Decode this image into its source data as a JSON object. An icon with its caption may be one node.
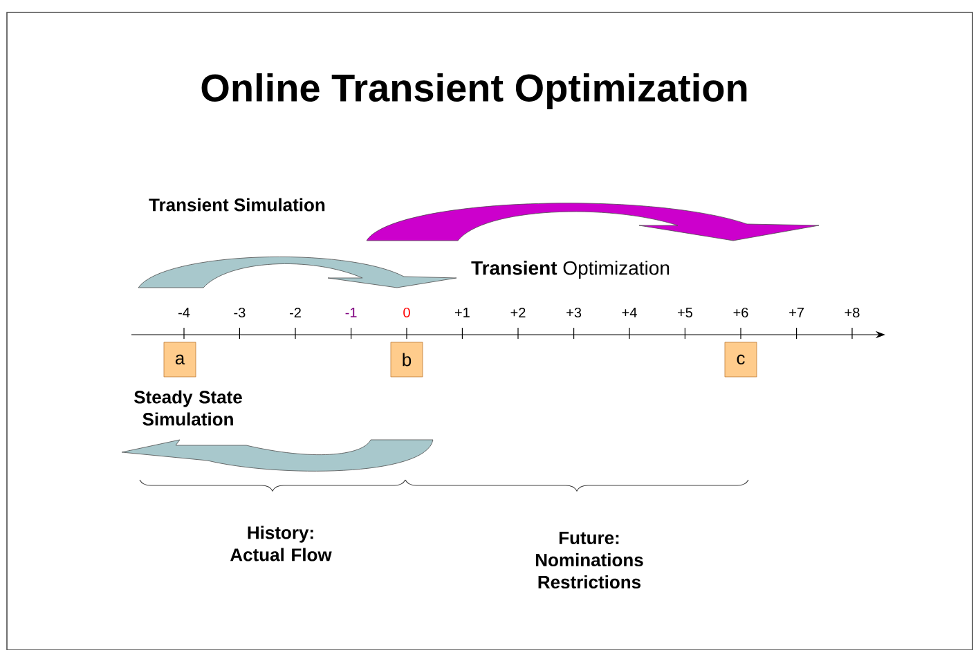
{
  "diagram": {
    "title": "Online Transient Optimization",
    "nodes": [
      {
        "text": [
          "a"
        ]
      },
      {
        "text": [
          "b"
        ]
      },
      {
        "text": [
          "c"
        ]
      }
    ],
    "labels": [
      "Transient Simulation",
      "**Transient** Optimization",
      "-4",
      "-3",
      "-2",
      "-1",
      "0",
      "+1",
      "+2",
      "+3",
      "+4",
      "+5",
      "+6",
      "+7",
      "+8",
      "Steady State Simulation",
      "History: Actual Flow",
      "Future: Nominations Restrictions"
    ]
  }
}
